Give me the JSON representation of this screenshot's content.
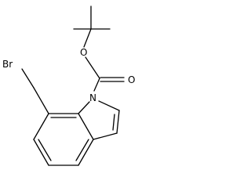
{
  "molecule": {
    "atoms": {
      "bromine": "Br",
      "carbonyl_oxygen": "O",
      "ester_oxygen": "O",
      "indole_nitrogen": "N"
    }
  }
}
